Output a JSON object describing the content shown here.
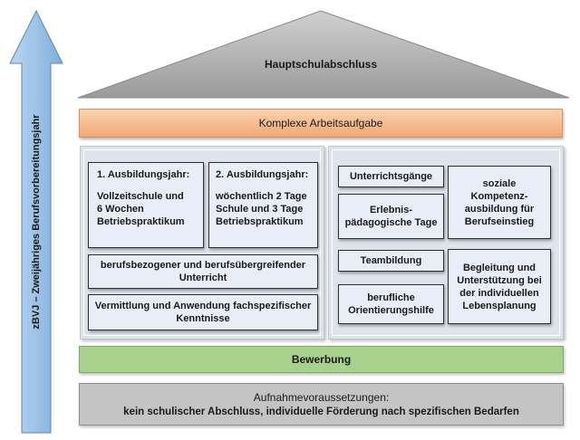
{
  "arrow_label": "zBVJ – Zweijähriges Berufsvorbereitungsjahr",
  "roof_label": "Hauptschulabschluss",
  "complex_task": "Komplexe Arbeitsaufgabe",
  "left_panel": {
    "year1": {
      "title": "1. Ausbildungsjahr:",
      "lines": [
        "Vollzeitschule und",
        "6 Wochen",
        "Betriebspraktikum"
      ]
    },
    "year2": {
      "title": "2. Ausbildungsjahr:",
      "lines": [
        "wöchentlich 2 Tage",
        "Schule und 3 Tage",
        "Betriebspraktikum"
      ]
    },
    "lessons": [
      "berufsbezogener und berufsübergreifender",
      "Unterricht"
    ],
    "knowledge": [
      "Vermittlung und Anwendung fachspezifischer",
      "Kenntnisse"
    ]
  },
  "right_panel": {
    "field_trips": "Unterrichtsgänge",
    "experience_days": [
      "Erlebnis-",
      "pädagogische Tage"
    ],
    "social_skills": [
      "soziale",
      "Kompetenz-",
      "ausbildung für",
      "Berufseinstieg"
    ],
    "teambuilding": "Teambildung",
    "orientation": [
      "berufliche",
      "Orientierungshilfe"
    ],
    "life_planning": [
      "Begleitung und",
      "Unterstützung bei",
      "der individuellen",
      "Lebensplanung"
    ]
  },
  "application": "Bewerbung",
  "admission": {
    "line1": "Aufnahmevoraussetzungen:",
    "line2": "kein schulischer Abschluss, individuelle Förderung nach spezifischen Bedarfen"
  },
  "colors": {
    "arrow": "#9dc3e6",
    "roof": "#a6a6a6",
    "complex_task": "#f5b98a",
    "application": "#a9d18e",
    "admission": "#bfbfbf"
  }
}
